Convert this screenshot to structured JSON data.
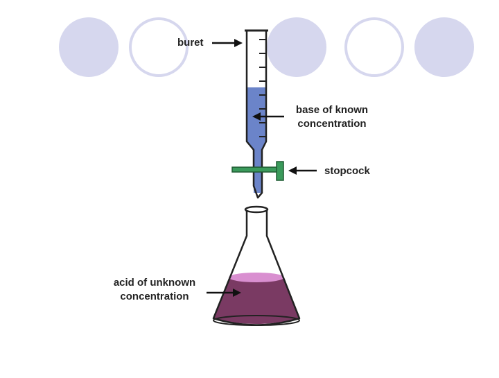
{
  "diagram": {
    "labels": {
      "buret": "buret",
      "base_line1": "base of known",
      "base_line2": "concentration",
      "stopcock": "stopcock",
      "acid_line1": "acid of unknown",
      "acid_line2": "concentration"
    },
    "colors": {
      "deco_circle_fill": "#d6d7ee",
      "deco_circle_outline": "#d6d7ee",
      "base_solution": "#6b84c9",
      "stopcock": "#3a9a5b",
      "acid_solution": "#7a3a63",
      "acid_surface": "#d98fd0",
      "glass_outline": "#222222"
    }
  }
}
